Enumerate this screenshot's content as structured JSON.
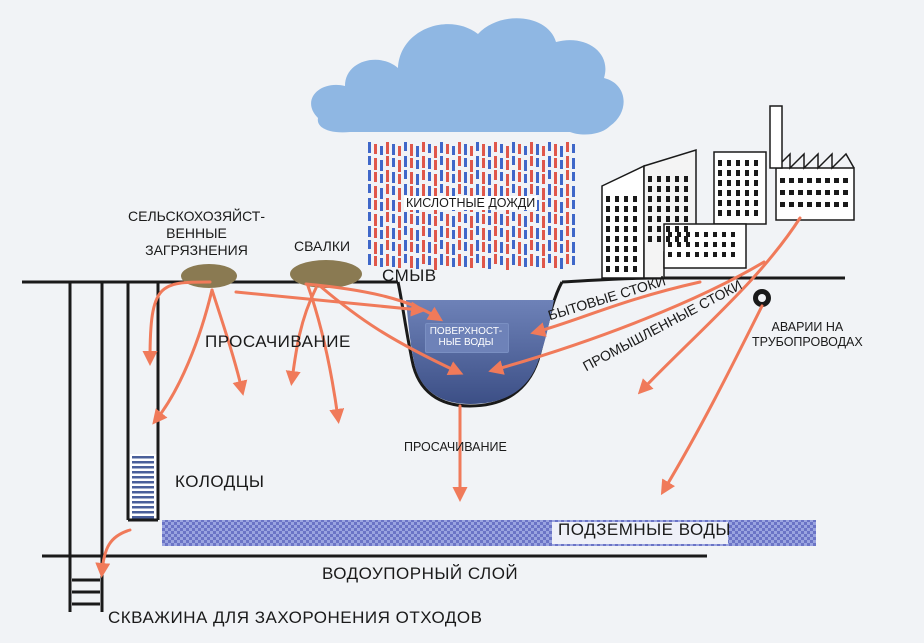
{
  "labels": {
    "agri": "СЕЛЬСКОХОЗЯЙСТ-\nВЕННЫЕ\nЗАГРЯЗНЕНИЯ",
    "dumps": "СВАЛКИ",
    "washout": "СМЫВ",
    "acid_rain": "КИСЛОТНЫЕ ДОЖДИ",
    "seepage_top": "ПРОСАЧИВАНИЕ",
    "seepage_bottom": "ПРОСАЧИВАНИЕ",
    "surface_water": "ПОВЕРХНОСТ-\nНЫЕ ВОДЫ",
    "domestic": "БЫТОВЫЕ СТОКИ",
    "industrial": "ПРОМЫШЛЕННЫЕ СТОКИ",
    "pipeline": "АВАРИИ НА\nТРУБОПРОВОДАХ",
    "wells": "КОЛОДЦЫ",
    "groundwater": "ПОДЗЕМНЫЕ ВОДЫ",
    "aquiclude": "ВОДОУПОРНЫЙ СЛОЙ",
    "disposal_well": "СКВАЖИНА ДЛЯ ЗАХОРОНЕНИЯ ОТХОДОВ"
  },
  "colors": {
    "arrow": "#f07a5a",
    "cloud": "#8fb7e3",
    "rain_red": "#e0574a",
    "rain_blue": "#3f67c9",
    "water": "#4a5f9a",
    "groundwater": "#7f8ad0",
    "soil": "#8a7a52",
    "ground_line": "#1a1a1a"
  }
}
